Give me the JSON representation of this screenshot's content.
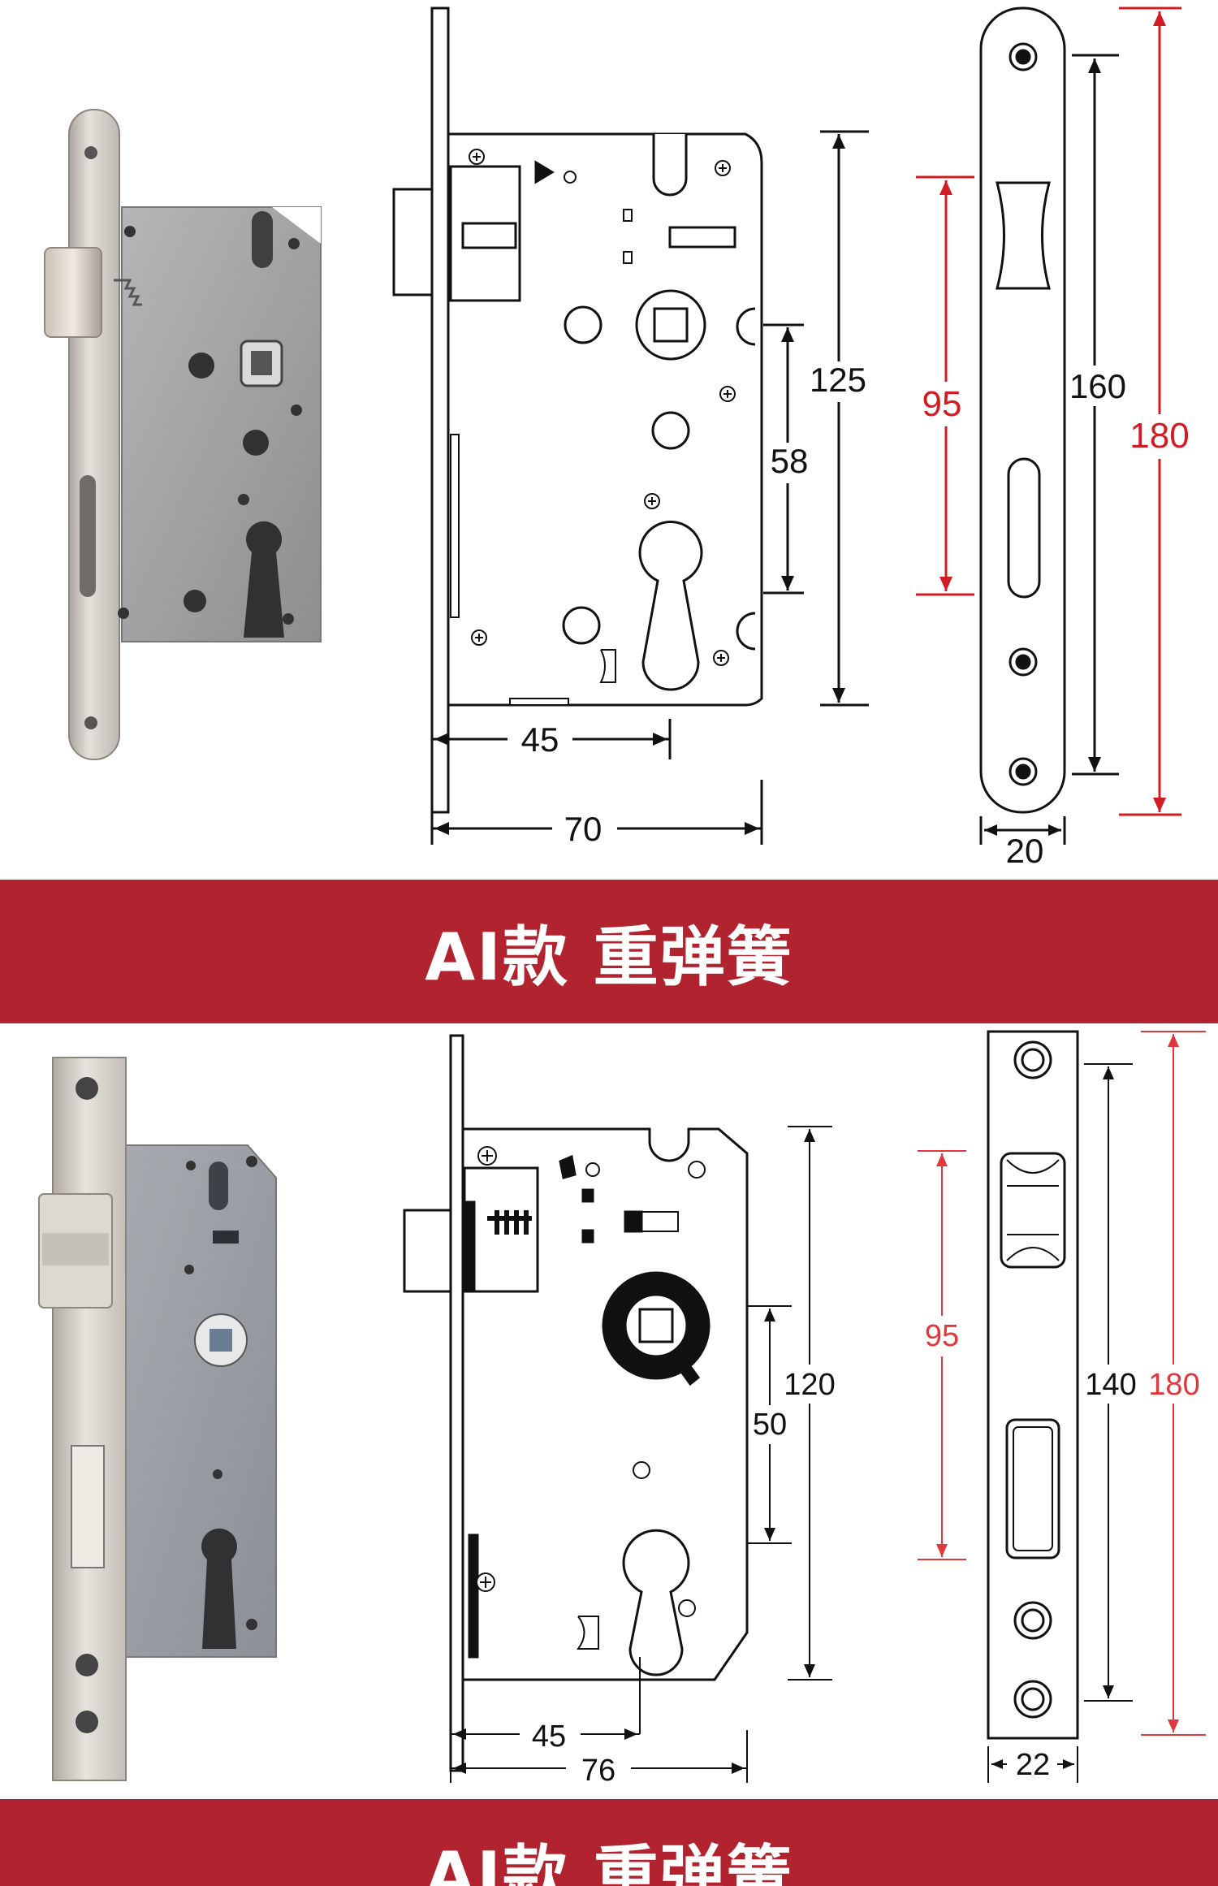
{
  "colors": {
    "banner": "#b0232f",
    "red_dimension": "#d01c22",
    "line": "#111111",
    "steel_light": "#d8d3cc",
    "steel_dark": "#8f8a84",
    "plate_gray": "#9ea0a2"
  },
  "section_1": {
    "dimensions": {
      "height_case": "125",
      "hub_to_cylinder": "58",
      "backset": "45",
      "case_depth": "70",
      "center_95": "95",
      "screw_spacing": "160",
      "faceplate_length": "180",
      "faceplate_width": "20"
    }
  },
  "banner_1": {
    "text": "AI款 重弹簧"
  },
  "section_2": {
    "dimensions": {
      "height_case": "120",
      "hub_to_cylinder": "50",
      "backset": "45",
      "case_depth": "76",
      "center_95": "95",
      "screw_spacing": "140",
      "faceplate_length": "180",
      "faceplate_width": "22"
    }
  },
  "banner_2": {
    "text": "AI款 重弹簧"
  }
}
